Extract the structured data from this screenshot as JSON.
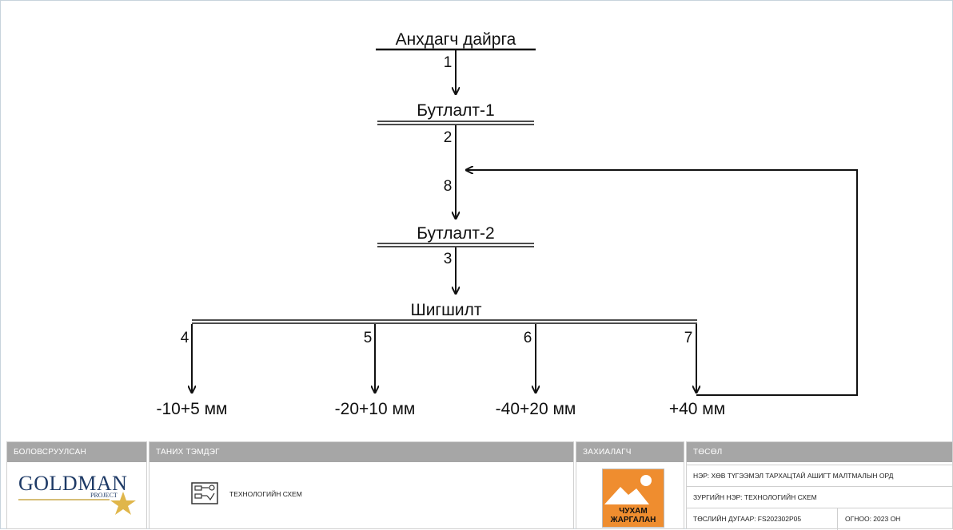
{
  "diagram": {
    "nodes": {
      "crude_ore": "Анхдагч дайрга",
      "crushing_1": "Бутлалт-1",
      "crushing_2": "Бутлалт-2",
      "screening": "Шигшилт"
    },
    "streams": [
      "1",
      "2",
      "8",
      "3",
      "4",
      "5",
      "6",
      "7"
    ],
    "outputs": [
      "-10+5 мм",
      "-20+10 мм",
      "-40+20 мм",
      "+40 мм"
    ]
  },
  "title_block": {
    "developer": {
      "header": "БОЛОВСРУУЛСАН",
      "logo_main": "GOLDMAN",
      "logo_sub": "PROJECT"
    },
    "legend": {
      "header": "ТАНИХ ТЭМДЭГ",
      "drawing_type": "ТЕХНОЛОГИЙН СХЕМ"
    },
    "client": {
      "header": "ЗАХИАЛАГЧ",
      "logo_line1": "ЧУХАМ",
      "logo_line2": "ЖАРГАЛАН"
    },
    "project": {
      "header": "ТӨСӨЛ",
      "name": "НЭР: ХӨВ ТҮГЭЭМЭЛ ТАРХАЦТАЙ АШИГТ МАЛТМАЛЫН ОРД",
      "drawing_name": "ЗУРГИЙН НЭР: ТЕХНОЛОГИЙН СХЕМ",
      "project_number": "ТӨСЛИЙН ДУГААР: FS202302P05",
      "date": "ОГНОО: 2023 ОН"
    }
  }
}
